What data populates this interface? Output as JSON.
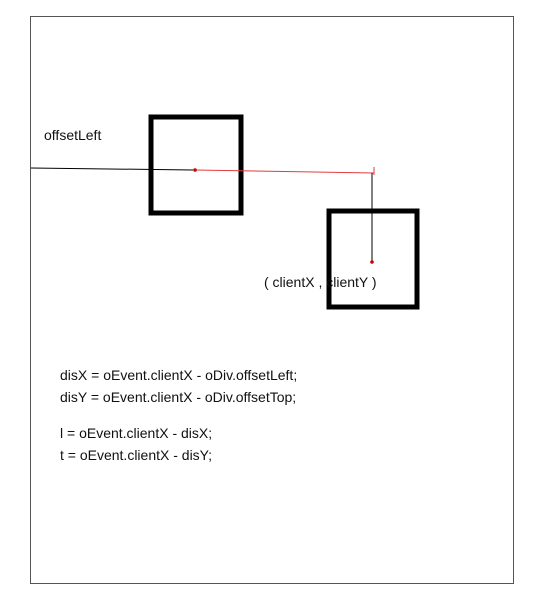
{
  "labels": {
    "offset_left": "offsetLeft",
    "client_coords": "( clientX , clientY )"
  },
  "code": {
    "line1": "disX = oEvent.clientX - oDiv.offsetLeft;",
    "line2": "disY = oEvent.clientX - oDiv.offsetTop;",
    "line3": "l = oEvent.clientX - disX;",
    "line4": "t = oEvent.clientX - disY;"
  },
  "colors": {
    "box": "#000000",
    "offset_line": "#000000",
    "client_line": "#e23b3b",
    "point": "#cc0000"
  }
}
